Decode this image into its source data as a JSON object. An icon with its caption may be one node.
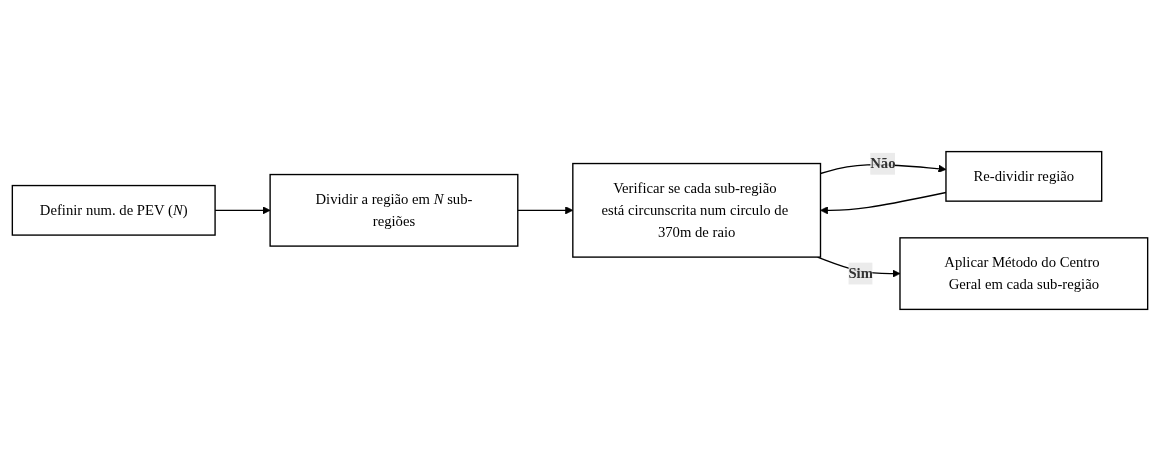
{
  "diagram": {
    "nodes": [
      {
        "text": [
          "Definir num. de PEV (*N*)"
        ]
      },
      {
        "text": [
          "Dividir a região em *N* sub-regiões"
        ]
      },
      {
        "text": [
          "Verificar se cada sub-região está circunscrita num circulo de 370m de raio"
        ]
      },
      {
        "text": [
          "Re-dividir região"
        ]
      },
      {
        "text": [
          "Aplicar Método do Centro Geral em cada sub-região"
        ]
      }
    ],
    "edges": [
      {
        "from": 0,
        "to": 1,
        "arrow": "to"
      },
      {
        "from": 1,
        "to": 2,
        "arrow": "to"
      },
      {
        "from": 2,
        "to": 3,
        "arrow": "to",
        "label": "Não"
      },
      {
        "from": 3,
        "to": 2,
        "arrow": "to"
      },
      {
        "from": 2,
        "to": 4,
        "arrow": "to",
        "label": "Sim"
      }
    ]
  }
}
